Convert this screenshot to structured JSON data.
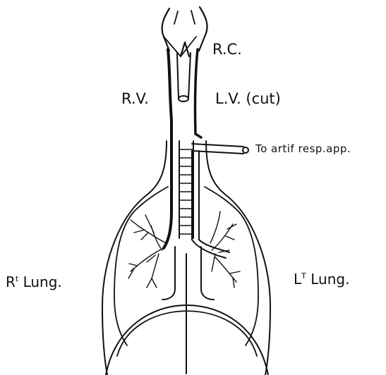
{
  "labels": {
    "rc": "R.C.",
    "rv": "R.V.",
    "lv": "L.V. (cut)",
    "resp": "To artif resp.app.",
    "rt_lung_prefix": "R",
    "rt_lung_sup": "t",
    "rt_lung_word": " Lung.",
    "lt_lung_prefix": "L",
    "lt_lung_sup": "T",
    "lt_lung_word": " Lung."
  },
  "colors": {
    "ink": "#111111",
    "background": "#ffffff"
  }
}
